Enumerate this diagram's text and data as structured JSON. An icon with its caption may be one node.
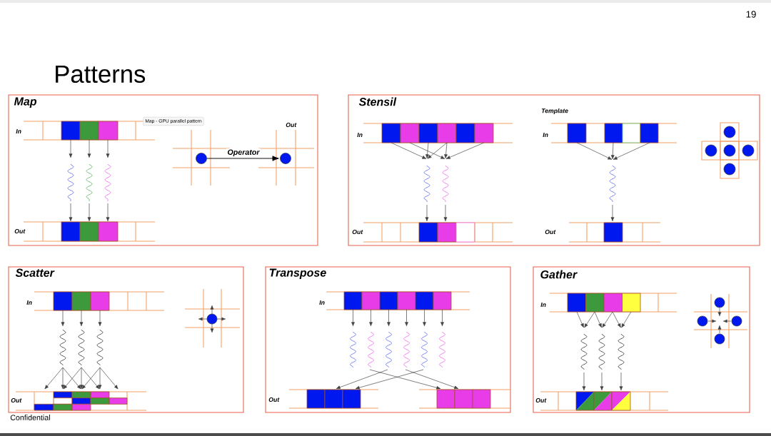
{
  "diagram": {
    "title": "Patterns",
    "nodes": [
      {
        "text": [
          "Map"
        ]
      },
      {
        "text": [
          "Stensil"
        ]
      },
      {
        "text": [
          "Scatter"
        ]
      },
      {
        "text": [
          "Transpose"
        ]
      },
      {
        "text": [
          "Gather"
        ]
      },
      {
        "text": [],
        "shape": "circle",
        "in": 0
      },
      {
        "text": [],
        "shape": "circle",
        "in": 0
      }
    ],
    "edges": [
      {
        "from": 5,
        "to": 6,
        "arrow": "to",
        "label": "Operator"
      }
    ],
    "labels": [
      "19",
      "Map - GPU parallel pattern",
      "In",
      "Out",
      "Out",
      "Template",
      "In",
      "In",
      "Out",
      "Out",
      "In",
      "In",
      "In",
      "Out",
      "Out",
      "Out",
      "Confidential"
    ]
  }
}
